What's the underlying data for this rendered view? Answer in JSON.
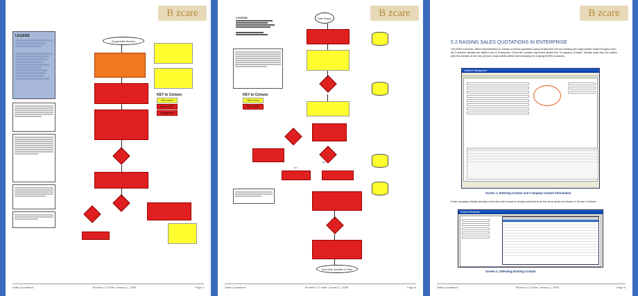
{
  "brand": {
    "logo_text": "B zcare"
  },
  "page1": {
    "legend_title": "LEGEND",
    "key_title": "KEY to Colours",
    "key_items": [
      "Office Admin",
      "Sales STAFF",
      "Management"
    ],
    "start_oval": "Enquiry/Sales Received",
    "footer_left": "Sales Quotations",
    "footer_mid": "Revision 1.0 Date: January 1, 2008",
    "footer_right": "Page 4"
  },
  "page2": {
    "top_oval": "Sales Enquiry",
    "legend_title": "LEGEND",
    "key_title": "KEY to Colours",
    "key_items": [
      "Office Admin",
      "Sales STAFF"
    ],
    "bottom_oval": "Send Sales Quotation & Follow",
    "label_yes": "YES",
    "label_no": "NO",
    "footer_left": "Sales Quotations",
    "footer_mid": "Revision 1.0 Date: January 1, 2008",
    "footer_right": "Page 5"
  },
  "page3": {
    "heading": "5.2 RAISING SALES QUOTATIONS IN ENTERPRISE",
    "intro": "The BSR instructs Office Administrator to create a formal quotation using Enterprise via the existing the appropriate Sales Enquiry form. All Customer details are added into to Enterprise. Once the contact has been added the \"Company Contact\" details must also be added with the details of the key person responsible within that company for buying BOSS products.",
    "shot1_title": "Customer Management",
    "caption1": "Screen 1. Entering Contact and Company Contact Information",
    "para2": "If the company details already exist then the record is simply selected from the drop down as shown in Screen 2 below",
    "shot2_title": "Customer/Enquiries",
    "caption2": "Screen 2. Selecting Existing Contact",
    "footer_left": "Sales Quotations",
    "footer_mid": "Revision 1.0 Date: January 1, 2008",
    "footer_right": "Page 6"
  },
  "colors": {
    "red": "#e02020",
    "orange": "#f07820",
    "yellow": "#ffff30",
    "legend": "#a8b8d8"
  }
}
